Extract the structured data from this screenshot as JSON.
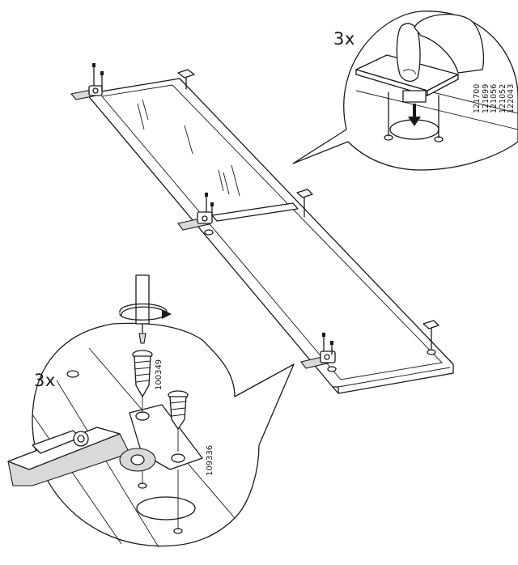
{
  "callouts": {
    "top_quantity": "3x",
    "bottom_quantity": "3x"
  },
  "part_numbers": {
    "damper_parts": [
      "121700",
      "121699",
      "121056",
      "121052",
      "122043"
    ],
    "screw_long": "100349",
    "screw_short": "109336"
  },
  "colors": {
    "ink": "#1a1a1a",
    "background": "#ffffff",
    "shade": "#d9d9d9"
  },
  "icons": [
    "damper-cap-icon",
    "press-finger-icon",
    "push-arrow-icon",
    "screwdriver-icon",
    "rotation-arrow-icon",
    "screw-icon",
    "hinge-icon"
  ]
}
